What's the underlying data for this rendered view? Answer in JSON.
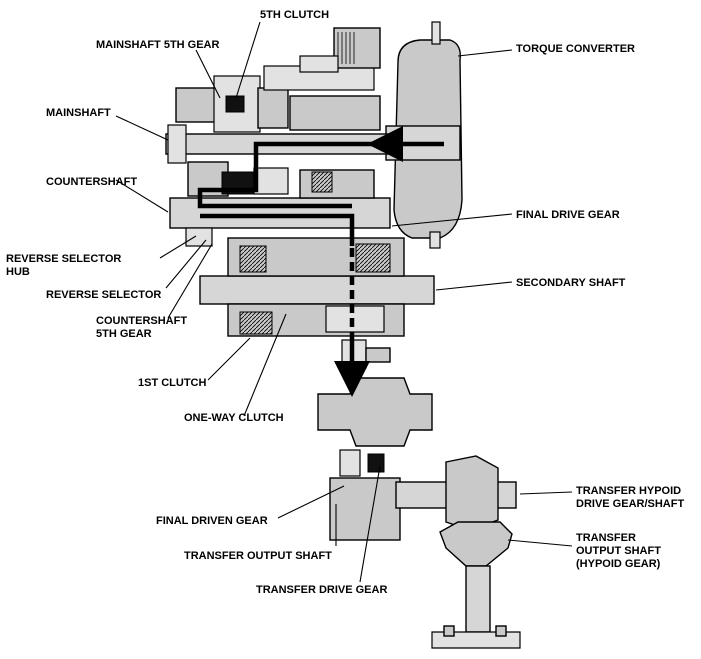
{
  "labels": {
    "fifth_clutch": "5TH CLUTCH",
    "mainshaft_5th_gear": "MAINSHAFT 5TH GEAR",
    "torque_converter": "TORQUE CONVERTER",
    "mainshaft": "MAINSHAFT",
    "countershaft": "COUNTERSHAFT",
    "final_drive_gear": "FINAL DRIVE GEAR",
    "reverse_selector_hub_line1": "REVERSE SELECTOR",
    "reverse_selector_hub_line2": "HUB",
    "secondary_shaft": "SECONDARY SHAFT",
    "reverse_selector": "REVERSE SELECTOR",
    "countershaft_5th_gear_line1": "COUNTERSHAFT",
    "countershaft_5th_gear_line2": "5TH GEAR",
    "first_clutch": "1ST CLUTCH",
    "one_way_clutch": "ONE-WAY CLUTCH",
    "transfer_hypoid_line1": "TRANSFER HYPOID",
    "transfer_hypoid_line2": "DRIVE GEAR/SHAFT",
    "final_driven_gear": "FINAL DRIVEN GEAR",
    "transfer_output_hypoid_line1": "TRANSFER",
    "transfer_output_hypoid_line2": "OUTPUT SHAFT",
    "transfer_output_hypoid_line3": "(HYPOID GEAR)",
    "transfer_output_shaft": "TRANSFER OUTPUT SHAFT",
    "transfer_drive_gear": "TRANSFER DRIVE GEAR"
  }
}
